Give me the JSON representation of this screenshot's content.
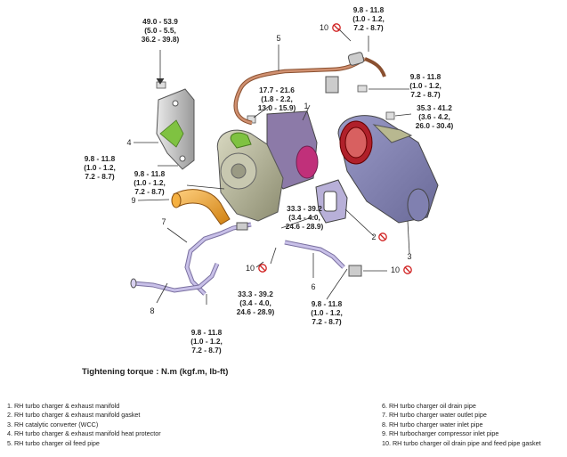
{
  "caption": "Tightening torque : N.m (kgf.m, lb-ft)",
  "torques": {
    "t1": [
      "49.0 - 53.9",
      "(5.0 - 5.5,",
      "36.2 - 39.8)"
    ],
    "t2": [
      "9.8 - 11.8",
      "(1.0 - 1.2,",
      "7.2 - 8.7)"
    ],
    "t3": [
      "9.8 - 11.8",
      "(1.0 - 1.2,",
      "7.2 - 8.7)"
    ],
    "t4": [
      "17.7 - 21.6",
      "(1.8 - 2.2,",
      "13.0 - 15.9)"
    ],
    "t5": [
      "35.3 - 41.2",
      "(3.6 - 4.2,",
      "26.0 - 30.4)"
    ],
    "t6": [
      "9.8 - 11.8",
      "(1.0 - 1.2,",
      "7.2 - 8.7)"
    ],
    "t7": [
      "9.8 - 11.8",
      "(1.0 - 1.2,",
      "7.2 - 8.7)"
    ],
    "t8": [
      "33.3 - 39.2",
      "(3.4 - 4.0,",
      "24.6 - 28.9)"
    ],
    "t9": [
      "33.3 - 39.2",
      "(3.4 - 4.0,",
      "24.6 - 28.9)"
    ],
    "t10": [
      "9.8 - 11.8",
      "(1.0 - 1.2,",
      "7.2 - 8.7)"
    ],
    "t11": [
      "9.8 - 11.8",
      "(1.0 - 1.2,",
      "7.2 - 8.7)"
    ]
  },
  "callouts": {
    "c1": "1",
    "c2": "2",
    "c3": "3",
    "c4": "4",
    "c5": "5",
    "c6": "6",
    "c7": "7",
    "c8": "8",
    "c9": "9",
    "c10a": "10",
    "c10b": "10",
    "c10c": "10"
  },
  "legend_left": [
    "1. RH turbo charger & exhaust manifold",
    "2. RH turbo charger & exhaust manifold gasket",
    "3. RH catalytic converter (WCC)",
    "4. RH turbo charger & exhaust manifold heat protector",
    "5. RH turbo charger oil feed pipe"
  ],
  "legend_right": [
    "6. RH turbo charger oil drain pipe",
    "7. RH turbo charger water outlet pipe",
    "8. RH turbo charger water inlet pipe",
    "9. RH turbocharger compressor inlet pipe",
    "10. RH turbo charger oil drain pipe and feed pipe gasket"
  ],
  "colors": {
    "accent_green": "#7fc241",
    "accent_orange": "#f0a030",
    "accent_magenta": "#c0307a",
    "accent_red": "#d02020",
    "pipe_purple": "#b8b0d8",
    "casting_gray": "#b8b8a0",
    "oil_pipe_brown": "#b07050"
  },
  "icons": {
    "no_reuse_symbol": "no-reuse-icon"
  }
}
